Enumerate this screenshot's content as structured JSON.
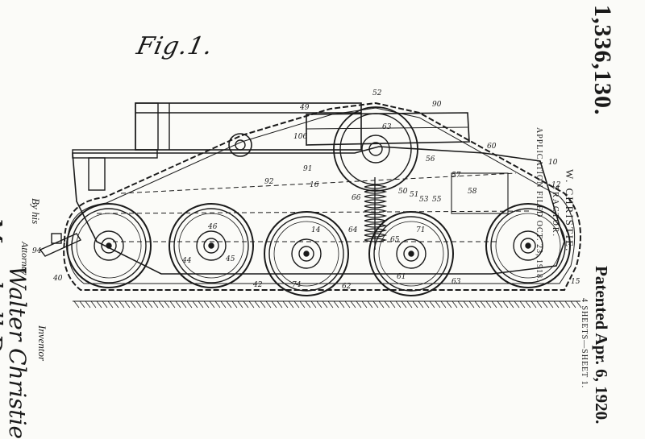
{
  "figure": {
    "label": "Fig.1."
  },
  "header": {
    "patent_number": "1,336,130.",
    "inventor": "W. CHRISTIE.",
    "title": "TRACTOR.",
    "application": "APPLICATION FILED OCT. 23, 1918.",
    "patented": "Patented Apr. 6, 1920.",
    "sheets": "4 SHEETS—SHEET 1."
  },
  "signatures": {
    "inventor_label": "Inventor",
    "inventor_signature": "Walter Christie",
    "by_his": "By his",
    "attorney_label": "Attorney",
    "attorney_signature": "Marshall Darrow"
  },
  "reference_numerals": [
    "52",
    "63",
    "90",
    "49",
    "106",
    "60",
    "10",
    "12",
    "58",
    "57",
    "56",
    "91",
    "92",
    "16",
    "66",
    "50",
    "51",
    "55",
    "53",
    "65",
    "14",
    "46",
    "44",
    "45",
    "42",
    "40",
    "74",
    "62",
    "64",
    "71",
    "61",
    "63",
    "15",
    "94"
  ]
}
